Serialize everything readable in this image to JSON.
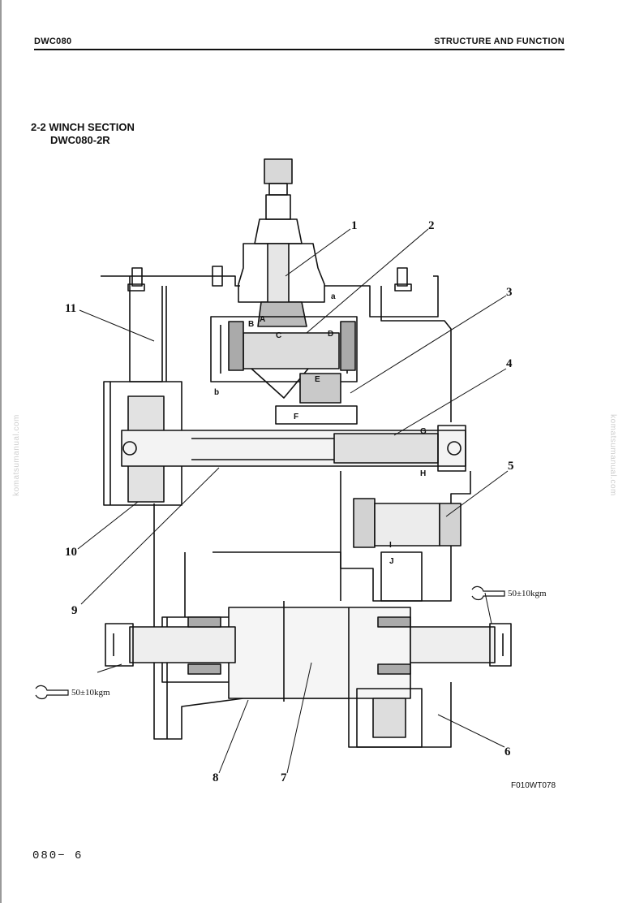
{
  "header": {
    "left": "DWC080",
    "right": "STRUCTURE AND FUNCTION"
  },
  "section": {
    "title": "2-2 WINCH SECTION",
    "subtitle": "DWC080-2R"
  },
  "watermark": "komatsumanual.com",
  "callouts": [
    "1",
    "2",
    "3",
    "4",
    "5",
    "6",
    "7",
    "8",
    "9",
    "10",
    "11"
  ],
  "letters": [
    "A",
    "B",
    "C",
    "D",
    "E",
    "F",
    "G",
    "H",
    "I",
    "J",
    "a",
    "b"
  ],
  "torque": [
    "50±10kgm",
    "50±10kgm"
  ],
  "figure_code": "F010WT078",
  "page_number": "080− 6"
}
